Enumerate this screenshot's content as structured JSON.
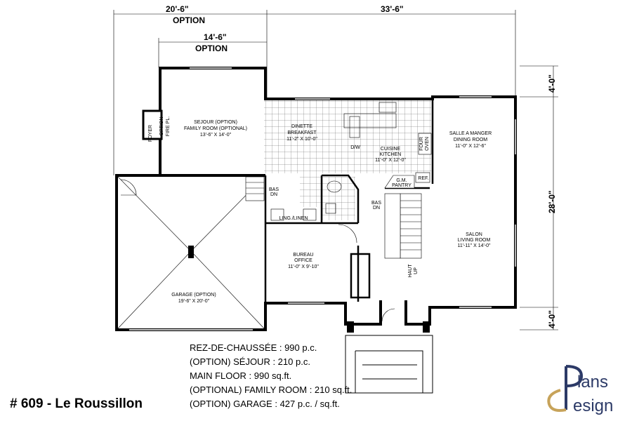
{
  "dimensions": {
    "top_left": "20'-6\"",
    "top_left_note": "OPTION",
    "top_inner": "14'-6\"",
    "top_inner_note": "OPTION",
    "top_right": "33'-6\"",
    "right_upper": "4'-0\"",
    "right_middle": "28'-0\"",
    "right_lower": "4'-0\""
  },
  "rooms": {
    "family": [
      "SEJOUR (OPTION)",
      "FAMILY ROOM (OPTIONAL)",
      "13'-6\" X 14'-0\""
    ],
    "foyer": [
      "FOYER",
      "OPTION",
      "FIRE PL."
    ],
    "dinette": [
      "DINETTE",
      "BREAKFAST",
      "11'-2\" X 10'-0\""
    ],
    "kitchen": [
      "CUISINE",
      "KITCHEN",
      "11'-0\" X 12'-0\""
    ],
    "dining": [
      "SALLE A MANGER",
      "DINING ROOM",
      "11'-0\" X 12'-6\""
    ],
    "oven": [
      "FOUR",
      "OVEN"
    ],
    "dw": "D/W",
    "ref": "REF.",
    "pantry": [
      "G.M.",
      "PANTRY"
    ],
    "bas1": [
      "BAS",
      "DN"
    ],
    "bas2": [
      "BAS",
      "DN"
    ],
    "linen": "LING./LINEN",
    "living": [
      "SALON",
      "LIVING ROOM",
      "11'-11\" X 14'-0\""
    ],
    "office": [
      "BUREAU",
      "OFFICE",
      "11'-0\" X 9'-10\""
    ],
    "garage": [
      "GARAGE (OPTION)",
      "19'-6\" X 20'-0\""
    ],
    "haut": [
      "HAUT",
      "UP"
    ]
  },
  "areas": [
    "REZ-DE-CHAUSSÉE : 990 p.c.",
    "(OPTION) SÉJOUR : 210 p.c.",
    "MAIN FLOOR : 990 sq.ft.",
    "(OPTIONAL) FAMILY ROOM : 210 sq.ft.",
    "(OPTION) GARAGE : 427 p.c. / sq.ft."
  ],
  "title": "# 609 - Le Roussillon",
  "logo": {
    "top": "lans",
    "bottom": "esign",
    "color": "#2c3a67",
    "accent": "#c7a35a"
  }
}
